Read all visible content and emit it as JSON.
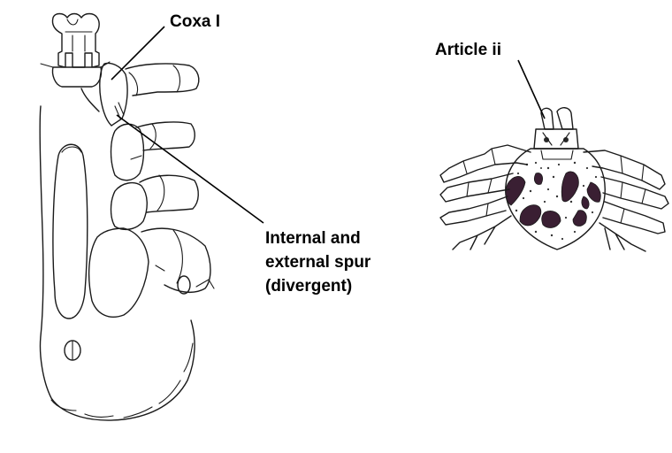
{
  "labels": {
    "coxa": "Coxa I",
    "spur_line1": "Internal and",
    "spur_line2": "external spur",
    "spur_line3": "(divergent)",
    "article": "Article ii"
  }
}
